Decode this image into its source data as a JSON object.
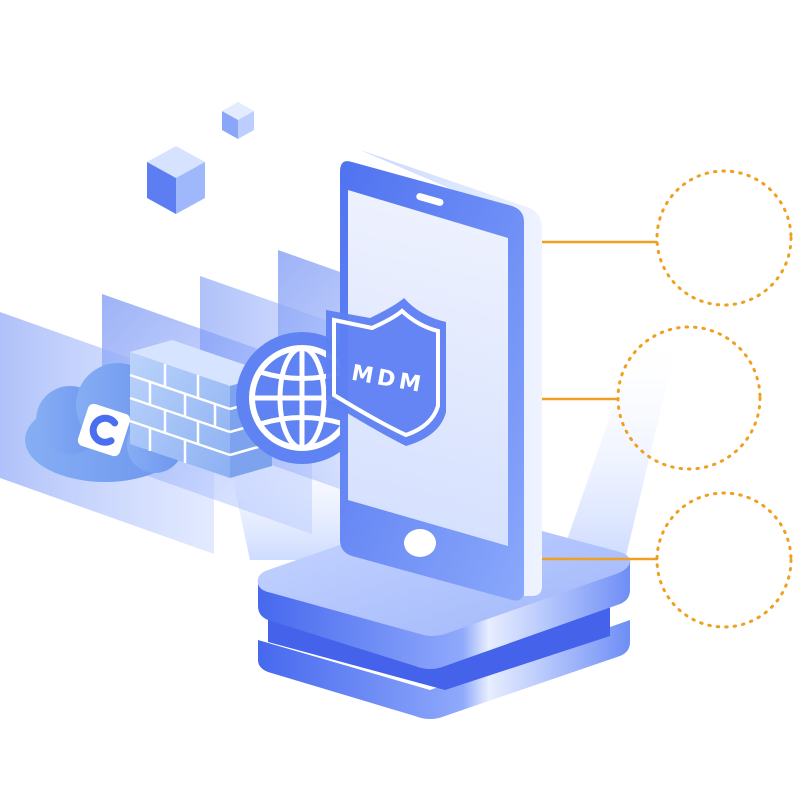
{
  "illustration": {
    "shield_label": "MDM",
    "callouts": [
      {
        "name": "callout-top",
        "label": ""
      },
      {
        "name": "callout-middle",
        "label": ""
      },
      {
        "name": "callout-bottom",
        "label": ""
      }
    ]
  },
  "colors": {
    "primary_blue": "#4a6ef0",
    "light_blue": "#a9c2ff",
    "pale_blue": "#dce6ff",
    "accent_orange": "#f0a020",
    "background": "#ffffff"
  },
  "icons": [
    "cube-icon",
    "cloud-icon",
    "app-logo-icon",
    "firewall-icon",
    "globe-icon",
    "shield-icon",
    "smartphone-icon",
    "platform-base-icon"
  ]
}
